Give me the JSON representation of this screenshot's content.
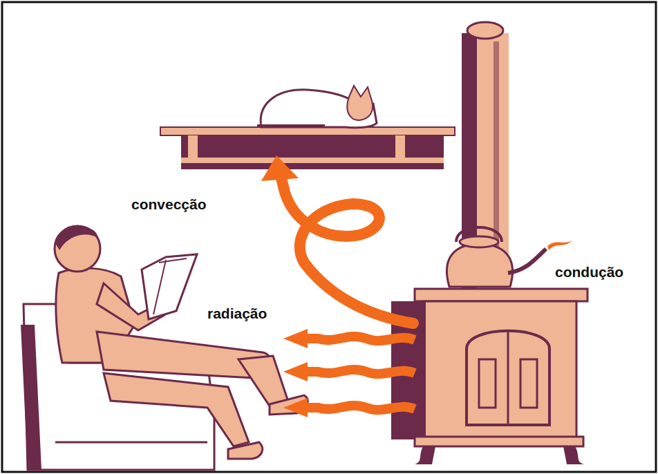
{
  "diagram": {
    "labels": [
      "convecção",
      "radiação",
      "condução"
    ]
  }
}
